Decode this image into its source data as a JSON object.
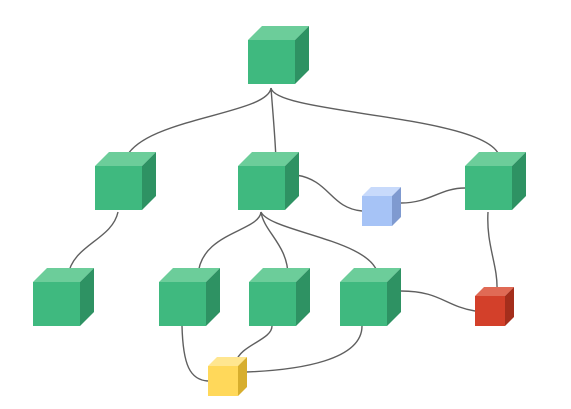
{
  "colors": {
    "green": {
      "front": "#3fb97f",
      "top": "#6ccd9a",
      "side": "#2e9263"
    },
    "blue": {
      "front": "#a6c3f6",
      "top": "#c8dafb",
      "side": "#7f9ad0"
    },
    "yellow": {
      "front": "#ffd85a",
      "top": "#ffe690",
      "side": "#d7ae2e"
    },
    "red": {
      "front": "#d3402a",
      "top": "#e06a55",
      "side": "#a42e1c"
    },
    "edge": "#5f5f5f"
  },
  "nodes": [
    {
      "id": "root",
      "color": "green"
    },
    {
      "id": "left",
      "color": "green"
    },
    {
      "id": "center",
      "color": "green"
    },
    {
      "id": "right",
      "color": "green"
    },
    {
      "id": "left-child",
      "color": "green"
    },
    {
      "id": "child-a",
      "color": "green"
    },
    {
      "id": "child-b",
      "color": "green"
    },
    {
      "id": "child-c",
      "color": "green"
    },
    {
      "id": "blue-node",
      "color": "blue"
    },
    {
      "id": "red-node",
      "color": "red"
    },
    {
      "id": "yellow-node",
      "color": "yellow"
    }
  ],
  "edges": [
    [
      "root",
      "left"
    ],
    [
      "root",
      "center"
    ],
    [
      "root",
      "right"
    ],
    [
      "left",
      "left-child"
    ],
    [
      "center",
      "child-a"
    ],
    [
      "center",
      "child-b"
    ],
    [
      "center",
      "child-c"
    ],
    [
      "center",
      "blue-node"
    ],
    [
      "blue-node",
      "right"
    ],
    [
      "right",
      "red-node"
    ],
    [
      "child-c",
      "red-node"
    ],
    [
      "child-a",
      "yellow-node"
    ],
    [
      "child-b",
      "yellow-node"
    ],
    [
      "child-c",
      "yellow-node"
    ]
  ]
}
